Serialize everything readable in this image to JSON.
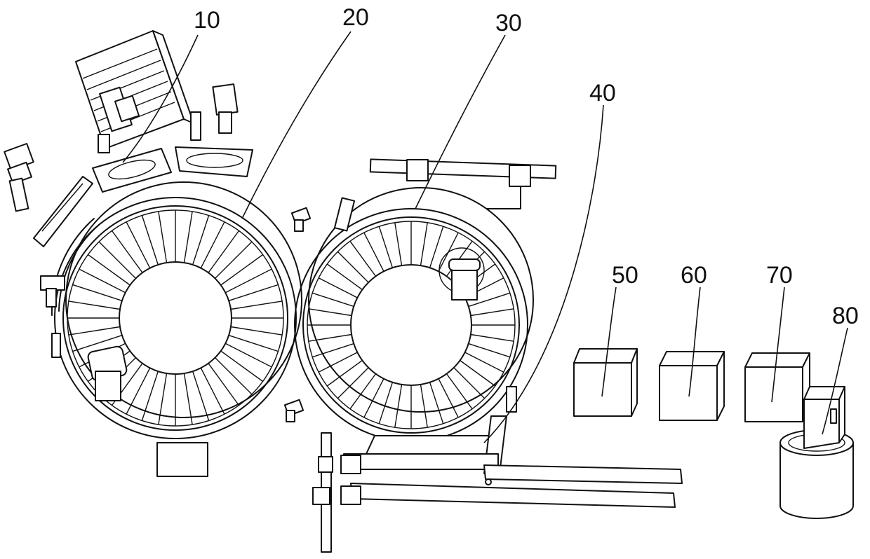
{
  "figure": {
    "labels": {
      "l10": "10",
      "l20": "20",
      "l30": "30",
      "l40": "40",
      "l50": "50",
      "l60": "60",
      "l70": "70",
      "l80": "80"
    }
  }
}
